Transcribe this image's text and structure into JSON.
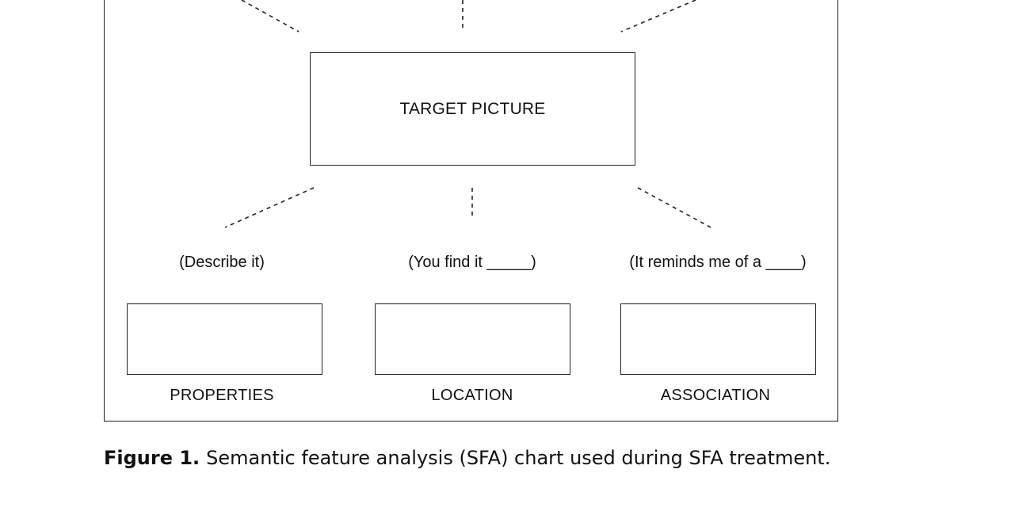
{
  "diagram": {
    "center": {
      "label": "TARGET PICTURE"
    },
    "features": [
      {
        "prompt": "(Describe it)",
        "category": "PROPERTIES"
      },
      {
        "prompt": "(You find it _____)",
        "category": "LOCATION"
      },
      {
        "prompt": "(It reminds me of a ____)",
        "category": "ASSOCIATION"
      }
    ]
  },
  "caption": {
    "label": "Figure 1.",
    "text": "Semantic feature analysis (SFA) chart used during SFA treatment."
  }
}
